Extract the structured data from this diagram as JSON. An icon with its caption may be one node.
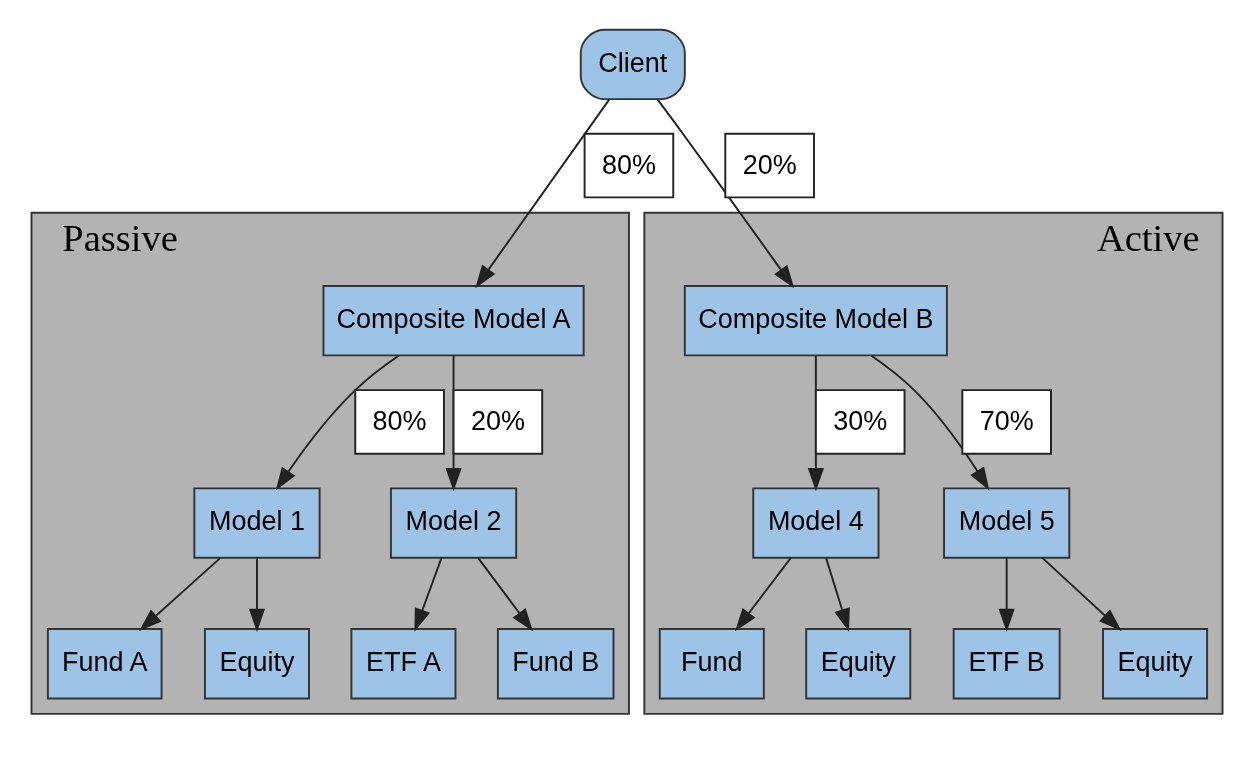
{
  "diagram": {
    "nodes": [
      {
        "text": [
          "Client"
        ]
      },
      {
        "text": [
          "Passive"
        ]
      },
      {
        "text": [
          "Composite Model A"
        ],
        "in": 1
      },
      {
        "text": [
          "Model 1"
        ],
        "in": 1
      },
      {
        "text": [
          "Model 2"
        ],
        "in": 1
      },
      {
        "text": [
          "Fund A"
        ],
        "in": 1
      },
      {
        "text": [
          "Equity"
        ],
        "in": 1
      },
      {
        "text": [
          "ETF A"
        ],
        "in": 1
      },
      {
        "text": [
          "Fund B"
        ],
        "in": 1
      },
      {
        "text": [
          "Active"
        ]
      },
      {
        "text": [
          "Composite Model B"
        ],
        "in": 9
      },
      {
        "text": [
          "Model 4"
        ],
        "in": 9
      },
      {
        "text": [
          "Model 5"
        ],
        "in": 9
      },
      {
        "text": [
          "Fund"
        ],
        "in": 9
      },
      {
        "text": [
          "Equity"
        ],
        "in": 9
      },
      {
        "text": [
          "ETF B"
        ],
        "in": 9
      },
      {
        "text": [
          "Equity"
        ],
        "in": 9
      }
    ],
    "edges": [
      {
        "from": 0,
        "to": 2,
        "arrow": "to",
        "label": "80%"
      },
      {
        "from": 0,
        "to": 10,
        "arrow": "to",
        "label": "20%"
      },
      {
        "from": 2,
        "to": 3,
        "arrow": "to",
        "label": "80%"
      },
      {
        "from": 2,
        "to": 4,
        "arrow": "to",
        "label": "20%"
      },
      {
        "from": 3,
        "to": 5,
        "arrow": "to"
      },
      {
        "from": 3,
        "to": 6,
        "arrow": "to"
      },
      {
        "from": 4,
        "to": 7,
        "arrow": "to"
      },
      {
        "from": 4,
        "to": 8,
        "arrow": "to"
      },
      {
        "from": 10,
        "to": 11,
        "arrow": "to",
        "label": "30%"
      },
      {
        "from": 10,
        "to": 12,
        "arrow": "to",
        "label": "70%"
      },
      {
        "from": 11,
        "to": 13,
        "arrow": "to"
      },
      {
        "from": 11,
        "to": 14,
        "arrow": "to"
      },
      {
        "from": 12,
        "to": 15,
        "arrow": "to"
      },
      {
        "from": 12,
        "to": 16,
        "arrow": "to"
      }
    ]
  }
}
